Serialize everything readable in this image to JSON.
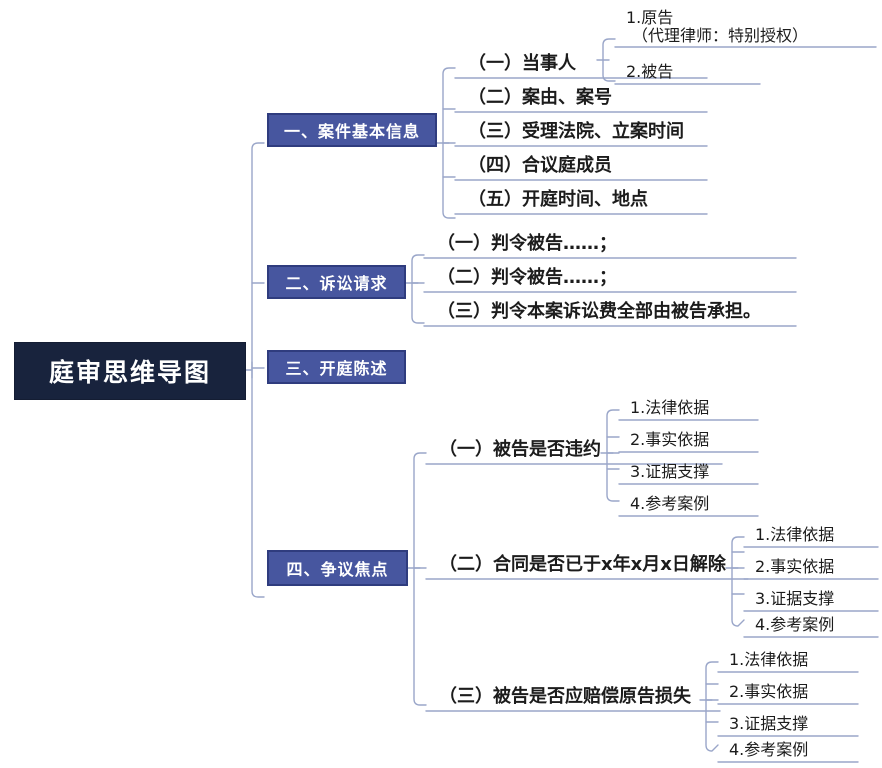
{
  "diagram": {
    "type": "mind-map",
    "title": "庭审思维导图",
    "colors": {
      "root_fill": "#18233d",
      "root_text": "#ffffff",
      "branch_fill": "#47569f",
      "branch_border": "#2f3c7e",
      "branch_text": "#ffffff",
      "connector": "#9aa6c9",
      "underline": "#9aa6c9",
      "node_text": "#1c1c1c",
      "background": "#ffffff"
    }
  },
  "root": {
    "label": "庭审思维导图"
  },
  "branches": [
    {
      "label": "一、案件基本信息",
      "children": [
        {
          "label": "（一）当事人",
          "children": [
            {
              "label": "1.原告",
              "label_line2": "（代理律师：特别授权）"
            },
            {
              "label": "2.被告"
            }
          ]
        },
        {
          "label": "（二）案由、案号",
          "children": []
        },
        {
          "label": "（三）受理法院、立案时间",
          "children": []
        },
        {
          "label": "（四）合议庭成员",
          "children": []
        },
        {
          "label": "（五）开庭时间、地点",
          "children": []
        }
      ]
    },
    {
      "label": "二、诉讼请求",
      "children": [
        {
          "label": "（一）判令被告……；",
          "children": []
        },
        {
          "label": "（二）判令被告……；",
          "children": []
        },
        {
          "label": "（三）判令本案诉讼费全部由被告承担。",
          "children": []
        }
      ]
    },
    {
      "label": "三、开庭陈述",
      "children": []
    },
    {
      "label": "四、争议焦点",
      "children": [
        {
          "label": "（一）被告是否违约",
          "children": [
            {
              "label": "1.法律依据"
            },
            {
              "label": "2.事实依据"
            },
            {
              "label": "3.证据支撑"
            },
            {
              "label": "4.参考案例"
            }
          ]
        },
        {
          "label": "（二）合同是否已于x年x月x日解除",
          "children": [
            {
              "label": "1.法律依据"
            },
            {
              "label": "2.事实依据"
            },
            {
              "label": "3.证据支撑"
            },
            {
              "label": "4.参考案例"
            }
          ]
        },
        {
          "label": "（三）被告是否应赔偿原告损失",
          "children": [
            {
              "label": "1.法律依据"
            },
            {
              "label": "2.事实依据"
            },
            {
              "label": "3.证据支撑"
            },
            {
              "label": "4.参考案例"
            }
          ]
        }
      ]
    }
  ]
}
